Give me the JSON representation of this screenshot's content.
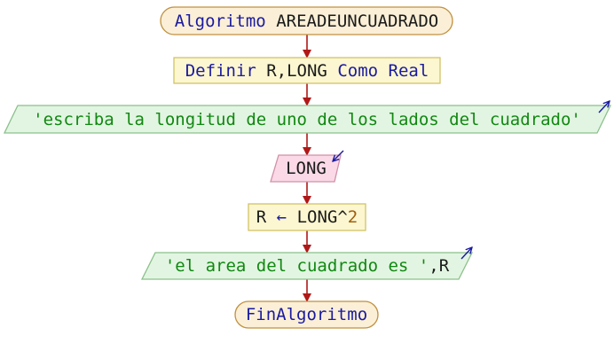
{
  "diagram": {
    "start": {
      "keyword": "Algoritmo",
      "name": "AREADEUNCUADRADO"
    },
    "define": {
      "keyword": "Definir",
      "vars": "R,LONG",
      "como": "Como",
      "type": "Real"
    },
    "write1": {
      "text": "'escriba la longitud de uno de los lados del cuadrado'"
    },
    "read": {
      "var": "LONG"
    },
    "assign": {
      "target": "R",
      "arrow": "←",
      "expr_var": "LONG",
      "op": "^",
      "num": "2"
    },
    "write2": {
      "text": "'el area del cuadrado es '",
      "comma": ",",
      "var": "R"
    },
    "end": {
      "keyword": "FinAlgoritmo"
    }
  },
  "colors": {
    "start_end_fill": "#fbf0d7",
    "start_end_stroke": "#c09040",
    "process_fill": "#fcf7d0",
    "process_stroke": "#d2c268",
    "io_fill": "#e2f5e2",
    "io_stroke": "#8cc08c",
    "read_fill": "#fbd9e6",
    "read_stroke": "#d090a8",
    "connector": "#b01818",
    "io_arrow": "#1a1aa0"
  }
}
